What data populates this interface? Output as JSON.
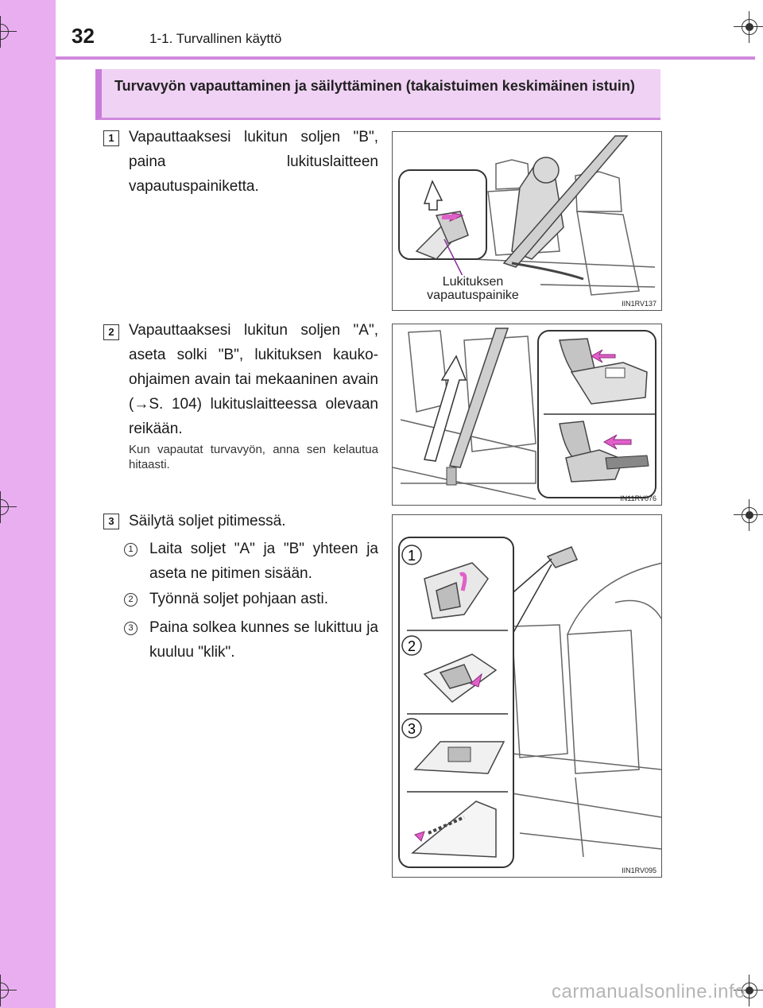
{
  "header": {
    "page_number": "32",
    "chapter": "1-1. Turvallinen käyttö"
  },
  "section": {
    "title": "Turvavyön vapauttaminen ja säilyttäminen (takaistuimen keskimäinen istuin)"
  },
  "steps": [
    {
      "number": "1",
      "text": "Vapauttaaksesi lukitun soljen \"B\", paina lukituslaitteen vapautuspainiketta."
    },
    {
      "number": "2",
      "text": "Vapauttaaksesi lukitun soljen \"A\", aseta solki \"B\", lukituksen kauko-ohjaimen avain tai mekaaninen avain (→S. 104) lukituslaitteessa olevaan reikään.",
      "note": "Kun vapautat turvavyön, anna sen kelautua hitaasti."
    },
    {
      "number": "3",
      "text": "Säilytä soljet pitimessä.",
      "substeps": [
        {
          "number": "1",
          "text": "Laita soljet \"A\" ja \"B\" yhteen ja aseta ne pitimen sisään."
        },
        {
          "number": "2",
          "text": "Työnnä soljet pohjaan asti."
        },
        {
          "number": "3",
          "text": "Paina solkea kunnes se lukittuu ja kuuluu \"klik\"."
        }
      ]
    }
  ],
  "figures": [
    {
      "code": "IIN1RV137",
      "callout_line1": "Lukituksen",
      "callout_line2": "vapautuspainike"
    },
    {
      "code": "IN11RV076"
    },
    {
      "code": "IIN1RV095",
      "panel_labels": [
        "1",
        "2",
        "3"
      ]
    }
  ],
  "watermark": "carmanualsonline.info",
  "colors": {
    "tab": "#e9aef0",
    "accent": "#d089dd",
    "arrow": "#e060c8"
  }
}
